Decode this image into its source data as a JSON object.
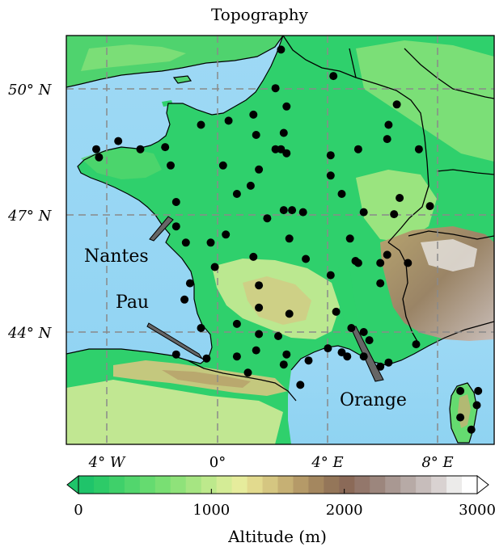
{
  "title": "Topography",
  "lat_labels": [
    {
      "value": 50,
      "text": "50° N"
    },
    {
      "value": 47,
      "text": "47° N"
    },
    {
      "value": 44,
      "text": "44° N"
    }
  ],
  "lon_labels": [
    {
      "value": -4,
      "text": "4° W"
    },
    {
      "value": 0,
      "text": "0°"
    },
    {
      "value": 4,
      "text": "4° E"
    },
    {
      "value": 8,
      "text": "8° E"
    }
  ],
  "annotations": {
    "nantes": "Nantes",
    "pau": "Pau",
    "orange": "Orange"
  },
  "colorbar": {
    "label": "Altitude (m)",
    "ticks": [
      "0",
      "1000",
      "2000",
      "3000"
    ],
    "min": 0,
    "max": 3000,
    "extend": "both",
    "colors": [
      "#1fc46a",
      "#2dcb68",
      "#3fd06a",
      "#52d66d",
      "#65db70",
      "#79df73",
      "#8fe27a",
      "#a6e582",
      "#bde98c",
      "#d4ec96",
      "#e6ec9c",
      "#e2da8e",
      "#d5c681",
      "#c6b074",
      "#b59a68",
      "#a4875f",
      "#947659",
      "#8b6a58",
      "#93776b",
      "#9c867d",
      "#a99892",
      "#b7aaa6",
      "#c7bdbb",
      "#d9d2d1",
      "#ecebea",
      "#ffffff"
    ]
  },
  "map_colors": {
    "sea": "#9ed9f5",
    "lowland": "#2fd06c",
    "stations": "#000000",
    "grid": "#8a8a8a"
  },
  "stations": [
    [
      2.3,
      50.95
    ],
    [
      4.2,
      50.3
    ],
    [
      2.1,
      50.0
    ],
    [
      6.5,
      49.6
    ],
    [
      2.5,
      49.55
    ],
    [
      6.2,
      49.1
    ],
    [
      1.3,
      49.35
    ],
    [
      0.4,
      49.2
    ],
    [
      -0.6,
      49.1
    ],
    [
      1.4,
      48.85
    ],
    [
      2.4,
      48.9
    ],
    [
      2.1,
      48.5
    ],
    [
      2.3,
      48.5
    ],
    [
      2.5,
      48.4
    ],
    [
      4.1,
      48.35
    ],
    [
      5.1,
      48.5
    ],
    [
      6.15,
      48.75
    ],
    [
      7.3,
      48.5
    ],
    [
      -3.6,
      48.7
    ],
    [
      -4.4,
      48.5
    ],
    [
      -2.8,
      48.5
    ],
    [
      -1.9,
      48.55
    ],
    [
      -4.3,
      48.3
    ],
    [
      0.2,
      48.1
    ],
    [
      -1.7,
      48.1
    ],
    [
      1.5,
      48.0
    ],
    [
      4.1,
      47.85
    ],
    [
      1.2,
      47.6
    ],
    [
      0.7,
      47.4
    ],
    [
      4.5,
      47.4
    ],
    [
      6.6,
      47.3
    ],
    [
      7.7,
      47.1
    ],
    [
      -1.5,
      47.2
    ],
    [
      2.4,
      47.0
    ],
    [
      2.7,
      47.0
    ],
    [
      3.1,
      46.95
    ],
    [
      5.3,
      46.95
    ],
    [
      6.4,
      46.9
    ],
    [
      1.8,
      46.8
    ],
    [
      -1.5,
      46.6
    ],
    [
      -1.15,
      46.2
    ],
    [
      -0.25,
      46.2
    ],
    [
      0.3,
      46.4
    ],
    [
      4.8,
      46.3
    ],
    [
      2.6,
      46.3
    ],
    [
      5.0,
      45.75
    ],
    [
      5.1,
      45.7
    ],
    [
      5.9,
      45.7
    ],
    [
      6.9,
      45.7
    ],
    [
      3.2,
      45.8
    ],
    [
      1.3,
      45.85
    ],
    [
      -0.1,
      45.6
    ],
    [
      6.15,
      45.9
    ],
    [
      4.1,
      45.4
    ],
    [
      5.9,
      45.2
    ],
    [
      1.5,
      45.15
    ],
    [
      -1.0,
      45.2
    ],
    [
      -1.2,
      44.8
    ],
    [
      1.5,
      44.6
    ],
    [
      2.6,
      44.45
    ],
    [
      4.3,
      44.5
    ],
    [
      4.85,
      44.1
    ],
    [
      5.3,
      44.0
    ],
    [
      5.5,
      43.8
    ],
    [
      -0.6,
      44.1
    ],
    [
      0.7,
      44.2
    ],
    [
      1.5,
      43.95
    ],
    [
      2.2,
      43.9
    ],
    [
      -1.5,
      43.45
    ],
    [
      -0.4,
      43.35
    ],
    [
      0.7,
      43.4
    ],
    [
      1.4,
      43.55
    ],
    [
      2.5,
      43.45
    ],
    [
      4.5,
      43.5
    ],
    [
      3.3,
      43.3
    ],
    [
      4.0,
      43.6
    ],
    [
      4.7,
      43.4
    ],
    [
      5.3,
      43.4
    ],
    [
      5.9,
      43.15
    ],
    [
      7.2,
      43.7
    ],
    [
      6.2,
      43.25
    ],
    [
      3.0,
      42.7
    ],
    [
      1.1,
      43.0
    ],
    [
      2.4,
      43.2
    ],
    [
      8.8,
      42.55
    ],
    [
      9.4,
      42.2
    ],
    [
      8.8,
      41.9
    ],
    [
      9.2,
      41.6
    ]
  ],
  "stations_corsica_inland": [
    [
      9.45,
      42.55
    ]
  ]
}
